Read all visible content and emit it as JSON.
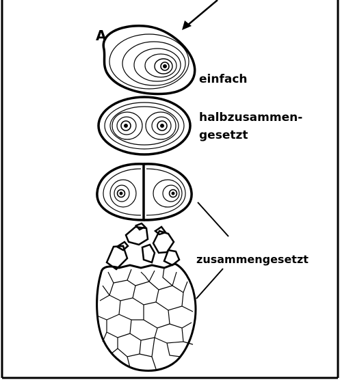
{
  "figure": {
    "panel_label": "A",
    "labels": {
      "simple": "einfach",
      "half_compound_line1": "halbzusammen-",
      "half_compound_line2": "gesetzt",
      "compound": "zusammengesetzt"
    },
    "colors": {
      "ink": "#000000",
      "paper": "#ffffff"
    }
  }
}
